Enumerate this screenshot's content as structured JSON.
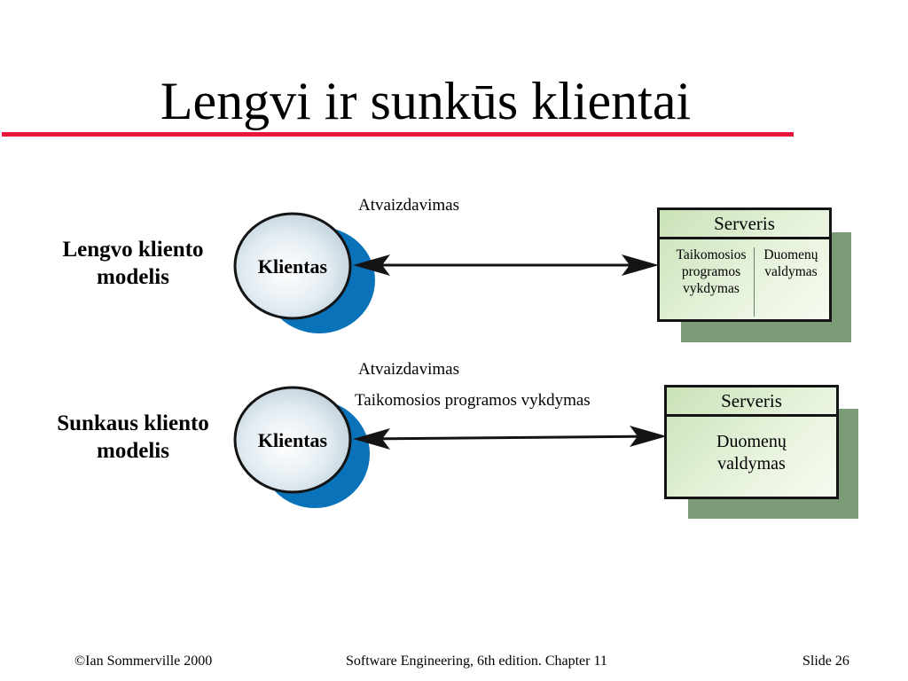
{
  "slide": {
    "title": "Lengvi ir sunkūs klientai",
    "accent_color": "#e8163a"
  },
  "thin_client": {
    "model_label_line1": "Lengvo kliento",
    "model_label_line2": "modelis",
    "client_label": "Klientas",
    "arrow_label": "Atvaizdavimas",
    "server_title": "Serveris",
    "server_app_line1": "Taikomosios",
    "server_app_line2": "programos",
    "server_app_line3": "vykdymas",
    "server_data_line1": "Duomenų",
    "server_data_line2": "valdymas"
  },
  "fat_client": {
    "model_label_line1": "Sunkaus kliento",
    "model_label_line2": "modelis",
    "client_label": "Klientas",
    "arrow_label_line1": "Atvaizdavimas",
    "arrow_label_line2": "Taikomosios programos vykdymas",
    "server_title": "Serveris",
    "server_data_line1": "Duomenų",
    "server_data_line2": "valdymas"
  },
  "colors": {
    "client_fill": "#d9e6ee",
    "client_shadow": "#0a72b8",
    "server_fill": "#d9ecc9",
    "server_shadow": "#7b9b78"
  },
  "footer": {
    "copyright": "©Ian Sommerville 2000",
    "book": "Software Engineering, 6th edition. Chapter 11",
    "slide_number": "Slide 26"
  }
}
